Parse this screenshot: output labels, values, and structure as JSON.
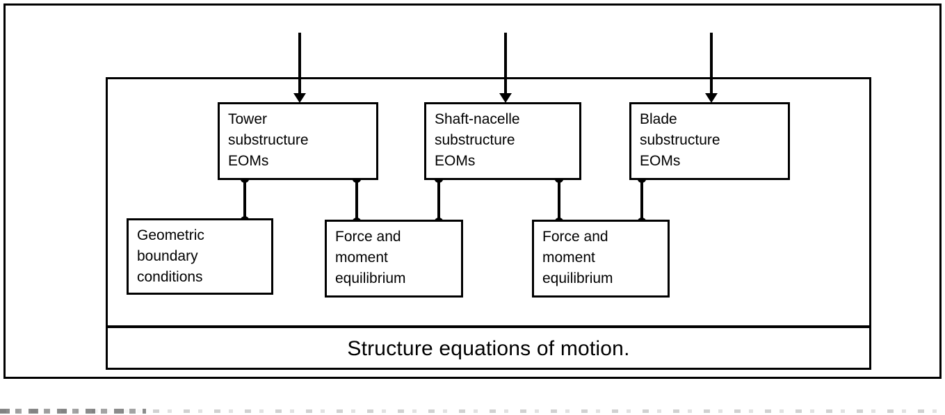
{
  "figure": {
    "caption": "Structure equations of motion.",
    "ink_color": "#000000",
    "background_color": "#ffffff"
  },
  "inputs": {
    "arrows": [
      {
        "name": "tower-input-arrow",
        "target": "Tower substructure EOMs"
      },
      {
        "name": "shaft-nacelle-input-arrow",
        "target": "Shaft-nacelle substructure EOMs"
      },
      {
        "name": "blade-input-arrow",
        "target": "Blade substructure EOMs"
      }
    ]
  },
  "nodes": {
    "tower": {
      "line1": "Tower",
      "line2": "substructure",
      "line3": "EOMs"
    },
    "shaft_nacelle": {
      "line1": "Shaft-nacelle",
      "line2": "substructure",
      "line3": "EOMs"
    },
    "blade": {
      "line1": "Blade",
      "line2": "substructure",
      "line3": "EOMs"
    },
    "geometric_bc": {
      "line1": "Geometric",
      "line2": "boundary",
      "line3": "conditions"
    },
    "force_moment_left": {
      "line1": "Force and",
      "line2": "moment",
      "line3": "equilibrium"
    },
    "force_moment_right": {
      "line1": "Force and",
      "line2": "moment",
      "line3": "equilibrium"
    }
  },
  "connections": [
    {
      "from": "tower",
      "to": "geometric_bc"
    },
    {
      "from": "tower",
      "to": "force_moment_left"
    },
    {
      "from": "shaft_nacelle",
      "to": "force_moment_left"
    },
    {
      "from": "shaft_nacelle",
      "to": "force_moment_right"
    },
    {
      "from": "blade",
      "to": "force_moment_right"
    }
  ]
}
